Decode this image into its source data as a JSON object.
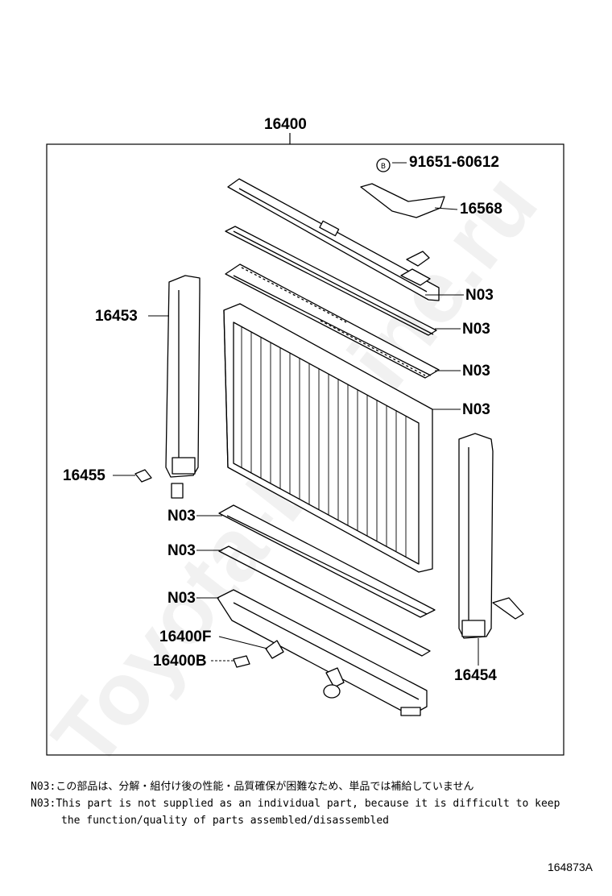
{
  "watermark": "Toyota-Engine.ru",
  "parts": {
    "assembly": "16400",
    "bolt": "91651-60612",
    "bracket_top": "16568",
    "support_left": "16453",
    "support_right": "16454",
    "clip": "16455",
    "cock": "16400F",
    "plug": "16400B",
    "n03": "N03"
  },
  "notes": {
    "prefix": "N03:",
    "jp": "この部品は、分解・組付け後の性能・品質確保が困難なため、単品では補給していません",
    "en_line1": "This part is not supplied as an individual part, because it is difficult to keep",
    "en_line2": "the function/quality of parts assembled/disassembled"
  },
  "doc_id": "164873A"
}
